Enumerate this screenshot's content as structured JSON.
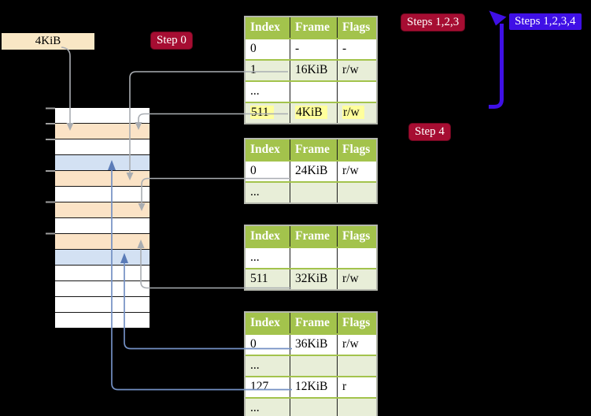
{
  "colors": {
    "background": "#000000",
    "badge_crimson": "#a60d32",
    "badge_blue": "#3f10e6",
    "table_header_green": "#a3c34c",
    "table_row_green": "#e8eed8",
    "legend_cream": "#f9e7c5",
    "mem_white": "#ffffff",
    "mem_orange": "#fbe3c6",
    "mem_blue": "#d3e1f3",
    "connector_gray": "#a9adb2",
    "connector_blue": "#7390c4",
    "arrowhead_blue": "#5b7cb8",
    "highlight_yellow": "#ffff9c",
    "tick_gray": "#9e9e9e"
  },
  "legend_box": {
    "label": "4KiB"
  },
  "badges": {
    "step0": "Step 0",
    "steps123": "Steps 1,2,3",
    "steps1234": "Steps 1,2,3,4",
    "step4": "Step 4"
  },
  "memory_column": {
    "rows": [
      "white",
      "orange",
      "white",
      "blue",
      "orange",
      "white",
      "orange",
      "white",
      "orange",
      "blue",
      "white",
      "white",
      "white",
      "white"
    ]
  },
  "tables": [
    {
      "name": "page-table-level-1",
      "headers": [
        "Index",
        "Frame",
        "Flags"
      ],
      "rows": [
        {
          "cells": [
            "0",
            "-",
            "-"
          ],
          "shaded": false,
          "highlight": false
        },
        {
          "cells": [
            "1",
            "16KiB",
            "r/w"
          ],
          "shaded": true,
          "highlight": false
        },
        {
          "cells": [
            "...",
            "",
            ""
          ],
          "shaded": false,
          "highlight": false
        },
        {
          "cells": [
            "511",
            "4KiB",
            "r/w"
          ],
          "shaded": true,
          "highlight": true
        }
      ]
    },
    {
      "name": "page-table-level-2",
      "headers": [
        "Index",
        "Frame",
        "Flags"
      ],
      "rows": [
        {
          "cells": [
            "0",
            "24KiB",
            "r/w"
          ],
          "shaded": false,
          "highlight": false
        },
        {
          "cells": [
            "...",
            "",
            ""
          ],
          "shaded": true,
          "highlight": false
        }
      ]
    },
    {
      "name": "page-table-level-3",
      "headers": [
        "Index",
        "Frame",
        "Flags"
      ],
      "rows": [
        {
          "cells": [
            "...",
            "",
            ""
          ],
          "shaded": false,
          "highlight": false
        },
        {
          "cells": [
            "511",
            "32KiB",
            "r/w"
          ],
          "shaded": true,
          "highlight": false
        }
      ]
    },
    {
      "name": "page-table-level-4",
      "headers": [
        "Index",
        "Frame",
        "Flags"
      ],
      "rows": [
        {
          "cells": [
            "0",
            "36KiB",
            "r/w"
          ],
          "shaded": false,
          "highlight": false
        },
        {
          "cells": [
            "...",
            "",
            ""
          ],
          "shaded": true,
          "highlight": false
        },
        {
          "cells": [
            "127",
            "12KiB",
            "r"
          ],
          "shaded": false,
          "highlight": false
        },
        {
          "cells": [
            "...",
            "",
            ""
          ],
          "shaded": true,
          "highlight": false
        }
      ]
    }
  ]
}
